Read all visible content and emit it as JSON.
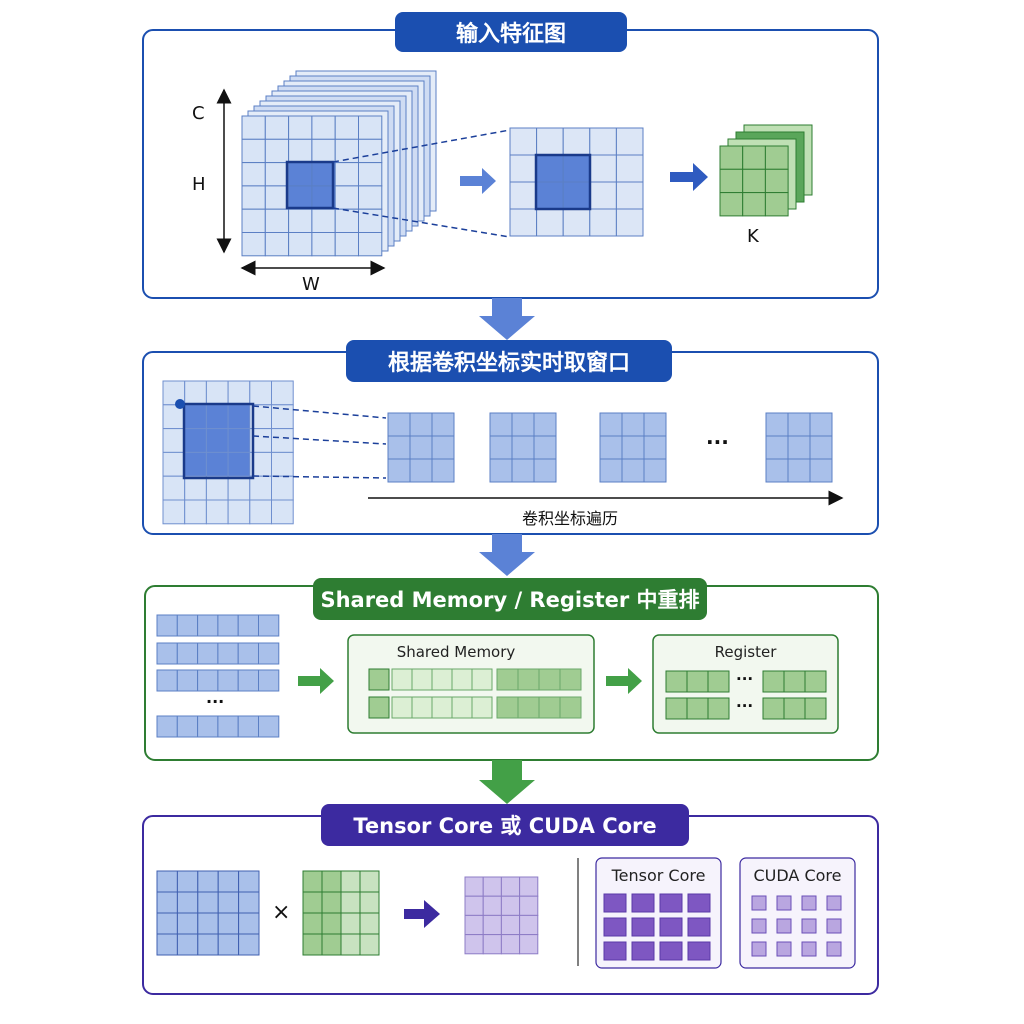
{
  "sections": {
    "input": {
      "title": "输入特征图",
      "c_label": "C",
      "h_label": "H",
      "w_label": "W",
      "k_label": "K"
    },
    "window": {
      "title": "根据卷积坐标实时取窗口",
      "ellipsis": "···",
      "traverse_label": "卷积坐标遍历"
    },
    "reorder": {
      "title": "Shared Memory / Register 中重排",
      "ellipsis": "···",
      "shared_memory_label": "Shared Memory",
      "register_label": "Register",
      "register_ellipsis": "···"
    },
    "compute": {
      "title": "Tensor Core 或 CUDA Core",
      "times": "×",
      "tensor_core_label": "Tensor Core",
      "cuda_core_label": "CUDA Core"
    }
  },
  "colors": {
    "blue_title": "#1b4fb0",
    "green_title": "#2e7d32",
    "purple_title": "#3c2aa0",
    "blue_light": "#d8e4f6",
    "blue_mid": "#a9c0ea",
    "blue_dark": "#5b82d6",
    "green_light": "#c8e2c0",
    "green_mid": "#a0cc92",
    "purple_light": "#cfc4ec",
    "purple_dark": "#7e57c2"
  }
}
